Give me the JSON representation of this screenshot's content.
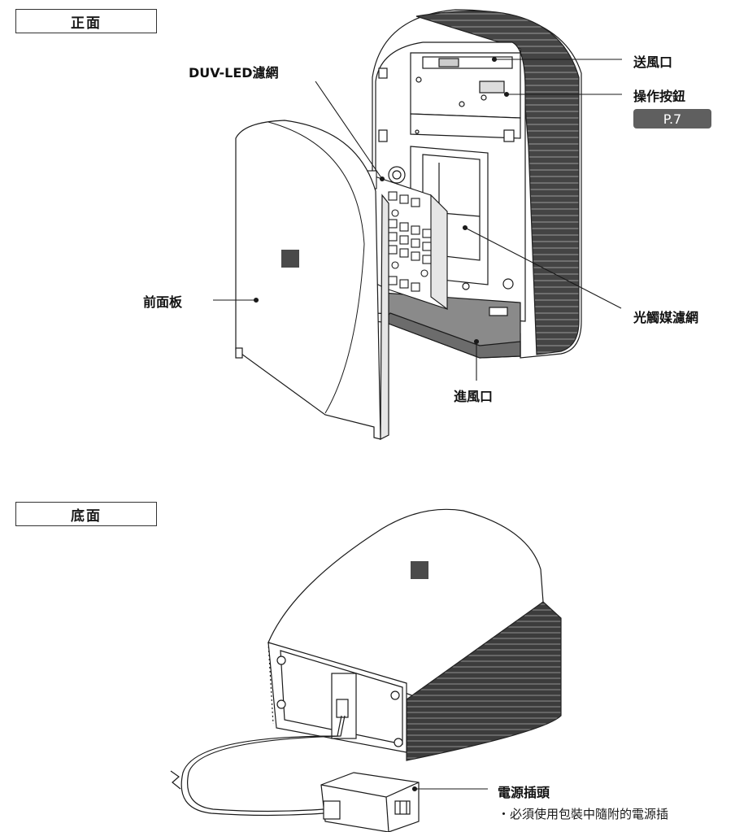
{
  "sections": {
    "front": "正面",
    "bottom": "底面"
  },
  "labels": {
    "duv_filter": "DUV-LED濾網",
    "outlet": "送風口",
    "buttons": "操作按鈕",
    "page_ref": "P.7",
    "front_panel": "前面板",
    "photo_filter": "光觸媒濾網",
    "inlet": "進風口",
    "power_plug": "電源插頭",
    "power_note": "・必須使用包裝中隨附的電源插"
  },
  "colors": {
    "line": "#1a1a1a",
    "fin_dark": "#3a3a3a",
    "base_gray": "#8a8a8a",
    "badge": "#5f5f5f"
  }
}
